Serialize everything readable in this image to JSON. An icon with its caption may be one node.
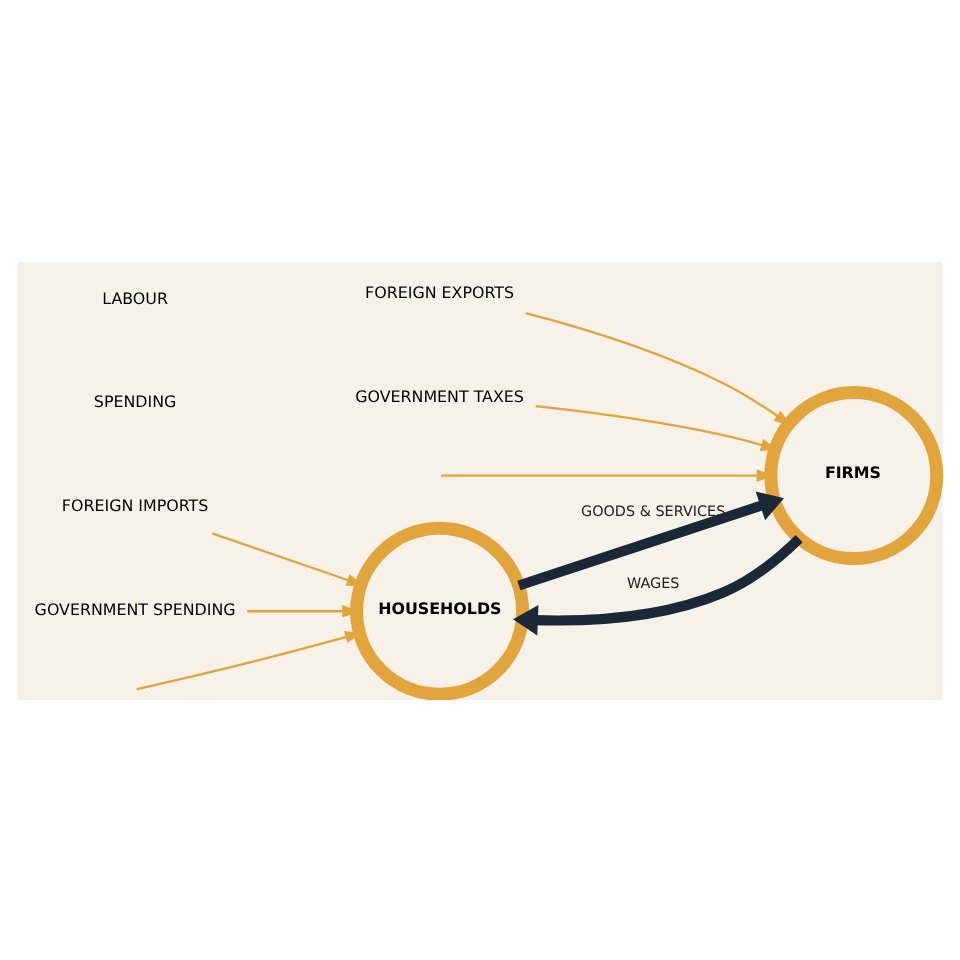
{
  "diagram": {
    "nodes": [
      {
        "text": [
          "HOUSEHOLDS"
        ]
      },
      {
        "text": [
          "FIRMS"
        ]
      },
      {
        "text": [
          "FOREIGN IMPORTS"
        ]
      },
      {
        "text": [
          "FOREIGN EXPORTS"
        ]
      },
      {
        "text": [
          "GOVERNMENT SPENDING"
        ]
      },
      {
        "text": [
          "GOVERNMENT TAXES"
        ]
      }
    ],
    "edges": [
      {
        "from": 0,
        "to": 1,
        "arrow": "to",
        "label": "GOODS & SERVICES",
        "style": "thick",
        "color": "#1b2838"
      },
      {
        "from": 1,
        "to": 0,
        "arrow": "to",
        "label": "WAGES",
        "style": "thick",
        "color": "#1b2838"
      },
      {
        "from": 2,
        "to": 0,
        "arrow": "to"
      },
      {
        "from": 3,
        "to": 1,
        "arrow": "to"
      },
      {
        "from": 4,
        "to": 0,
        "arrow": "to"
      },
      {
        "from": 5,
        "to": 1,
        "arrow": "to"
      },
      {
        "from": null,
        "to": 0,
        "arrow": "to"
      },
      {
        "from": null,
        "to": 1,
        "arrow": "to"
      }
    ],
    "labels": [
      "SPENDING",
      "LABOUR"
    ]
  }
}
